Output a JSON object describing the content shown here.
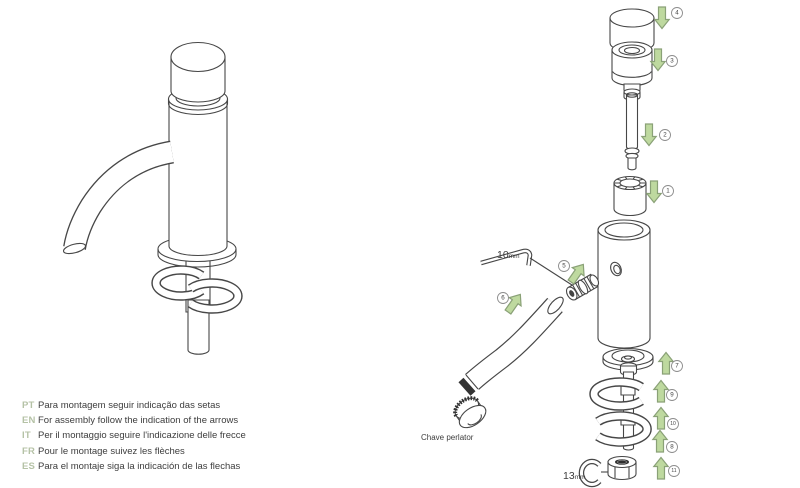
{
  "instructions": {
    "items": [
      {
        "code": "PT",
        "text": "Para montagem seguir indicação das setas"
      },
      {
        "code": "EN",
        "text": "For assembly follow the indication of the arrows"
      },
      {
        "code": "IT",
        "text": "Per il montaggio seguire l'indicazione delle frecce"
      },
      {
        "code": "FR",
        "text": "Pour le montage suivez les flèches"
      },
      {
        "code": "ES",
        "text": "Para el montaje siga la indicación de las flechas"
      }
    ]
  },
  "tools": {
    "hex_key": {
      "size": "10",
      "unit": "mm"
    },
    "open_wrench": {
      "size": "13",
      "unit": "mm"
    },
    "perlator_wrench_label": "Chave perlator"
  },
  "steps": {
    "s1": "1",
    "s2": "2",
    "s3": "3",
    "s4": "4",
    "s5": "5",
    "s6": "6",
    "s7": "7",
    "s8": "8",
    "s9": "9",
    "s10": "10",
    "s11": "11"
  },
  "colors": {
    "arrow_fill": "#bed99f",
    "arrow_stroke": "#8aa177",
    "line": "#474747",
    "lang_code": "#b5c2a6",
    "text": "#3d3d3d"
  }
}
